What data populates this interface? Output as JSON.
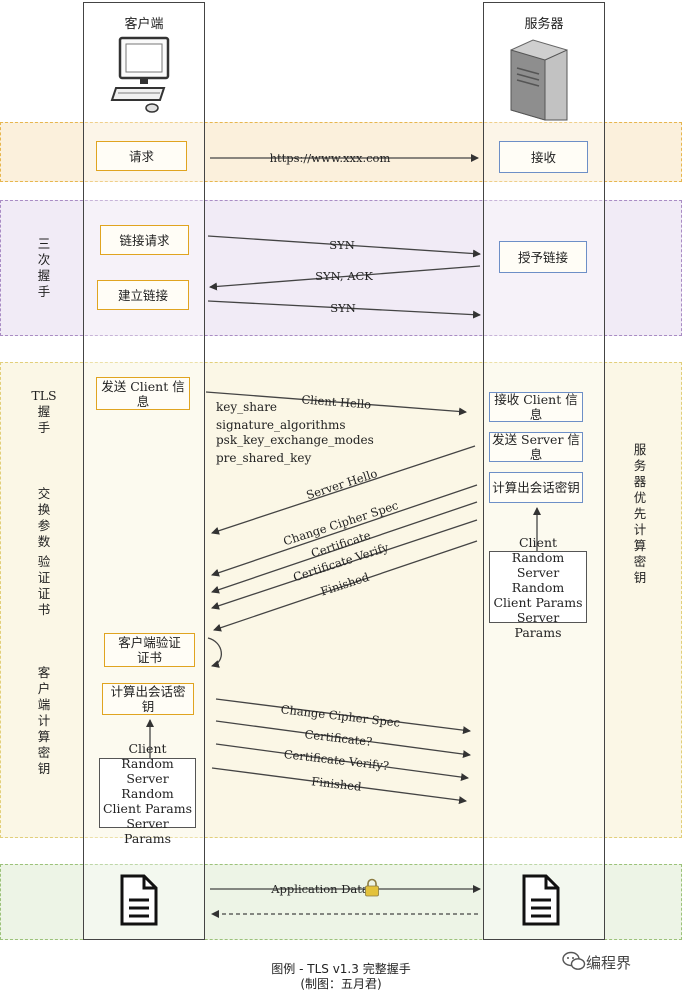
{
  "lanes": {
    "client": "客户端",
    "server": "服务器"
  },
  "phase_labels": {
    "handshake3": [
      "三",
      "次",
      "握",
      "手"
    ],
    "tls": [
      "TLS",
      "握",
      "手"
    ],
    "exchange": [
      "交",
      "换",
      "参",
      "数"
    ],
    "verify": [
      "验",
      "证",
      "证",
      "书"
    ],
    "client_calc": [
      "客",
      "户",
      "端",
      "计",
      "算",
      "密",
      "钥"
    ],
    "server_first": [
      "服",
      "务",
      "器",
      "优",
      "先",
      "计",
      "算",
      "密",
      "钥"
    ]
  },
  "client_boxes": {
    "request": "请求",
    "connect_request": "链接请求",
    "establish": "建立链接",
    "send_client_info": "发送 Client 信息",
    "client_verify": "客户端验证证书",
    "client_compute": "计算出会话密钥"
  },
  "server_boxes": {
    "receive": "接收",
    "grant": "授予链接",
    "receive_client_info": "接收 Client 信息",
    "send_server_info": "发送 Server 信息",
    "server_compute": "计算出会话密钥"
  },
  "params_boxes": {
    "server": [
      "Client Random",
      "Server Random",
      "Client Params",
      "Server Params"
    ],
    "client": [
      "Client Random",
      "Server Random",
      "Client Params",
      "Server Params"
    ]
  },
  "client_hello_params": [
    "key_share",
    "signature_algorithms",
    "psk_key_exchange_modes",
    "pre_shared_key"
  ],
  "messages": {
    "url": "https://www.xxx.com",
    "syn1": "SYN",
    "synack": "SYN, ACK",
    "syn2": "SYN",
    "client_hello": "Client Hello",
    "server_hello": "Server Hello",
    "ccs_s": "Change Cipher Spec",
    "cert_s": "Certificate",
    "cert_verify_s": "Certificate Verify",
    "finished_s": "Finished",
    "ccs_c": "Change Cipher Spec",
    "cert_c": "Certificate?",
    "cert_verify_c": "Certificate Verify?",
    "finished_c": "Finished",
    "app_data": "Application Data"
  },
  "caption": {
    "line1": "图例 - TLS v1.3 完整握手",
    "line2": "(制图：五月君)"
  },
  "watermark": "编程界",
  "icons": {
    "client": "desktop-computer-icon",
    "server": "server-tower-icon",
    "document": "document-icon",
    "lock": "lock-icon",
    "wechat": "wechat-icon"
  },
  "colors": {
    "orange_border": "#e0a420",
    "blue_border": "#6d8fc7",
    "band_orange": "#fbf0dc",
    "band_purple": "#f1ebf6",
    "band_yellow": "#fbf7e6",
    "band_green": "#edf4e6"
  }
}
